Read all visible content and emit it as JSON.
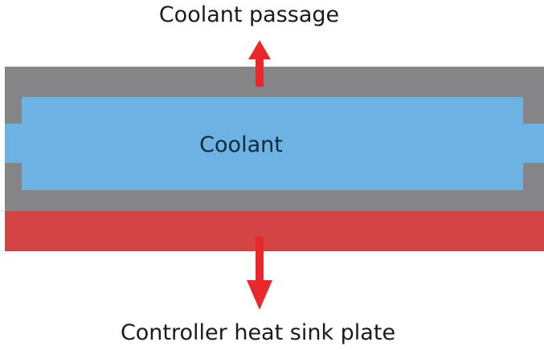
{
  "labels": {
    "top": "Coolant passage",
    "center": "Coolant",
    "bottom": "Controller heat sink plate"
  },
  "colors": {
    "housing": "#858588",
    "coolant": "#6cb2e3",
    "plate": "#d34444",
    "arrow": "#e8282b",
    "text": "#1a1a1a",
    "coolant_text": "#0e2a3d",
    "background": "#ffffff"
  },
  "icons": {
    "up_arrow": "arrow-up-icon",
    "down_arrow": "arrow-down-icon"
  }
}
